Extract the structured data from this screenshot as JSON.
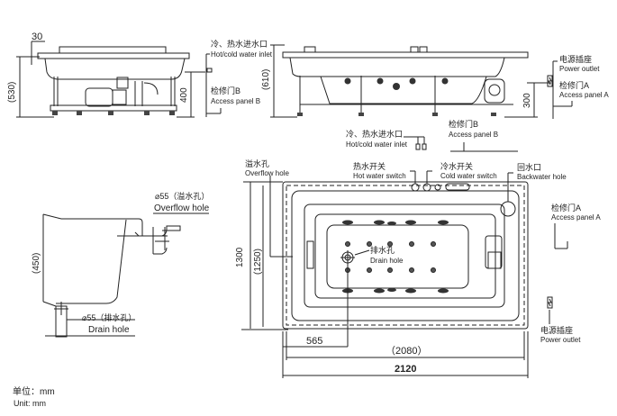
{
  "side_view_left": {
    "dim_rim": "30",
    "dim_height": "(530)",
    "dim_inlet": "400",
    "inlet_cn": "冷、热水进水口",
    "inlet_en": "Hot/cold water inlet",
    "panel_b_cn": "检修门B",
    "panel_b_en": "Access panel B"
  },
  "side_view_right": {
    "dim_height": "(610)",
    "dim_outlet": "300",
    "outlet_cn": "电源插座",
    "outlet_en": "Power outlet",
    "panel_a_cn": "检修门A",
    "panel_a_en": "Access panel A",
    "inlet_cn": "冷、热水进水口",
    "inlet_en": "Hot/cold water inlet",
    "panel_b_cn": "检修门B",
    "panel_b_en": "Access panel B"
  },
  "section_view": {
    "overflow_label_cn": "⌀55（溢水孔）",
    "overflow_label_en": "Overflow hole",
    "dim_depth": "(450)",
    "drain_label_cn": "⌀55（排水孔）",
    "drain_label_en": "Drain hole"
  },
  "plan_view": {
    "overflow_cn": "溢水孔",
    "overflow_en": "Overflow hole",
    "hot_switch_cn": "热水开关",
    "hot_switch_en": "Hot water switch",
    "cold_switch_cn": "冷水开关",
    "cold_switch_en": "Cold water switch",
    "backwater_cn": "回水口",
    "backwater_en": "Backwater hole",
    "panel_a_cn": "检修门A",
    "panel_a_en": "Access panel A",
    "drain_cn": "排水孔",
    "drain_en": "Drain hole",
    "outlet_cn": "电源插座",
    "outlet_en": "Power outlet",
    "dim_width_outer": "1300",
    "dim_width_inner": "(1250)",
    "dim_drain_offset": "565",
    "dim_length_inner": "（2080）",
    "dim_length_outer": "2120"
  },
  "units": {
    "cn": "单位：mm",
    "en": "Unit: mm"
  }
}
